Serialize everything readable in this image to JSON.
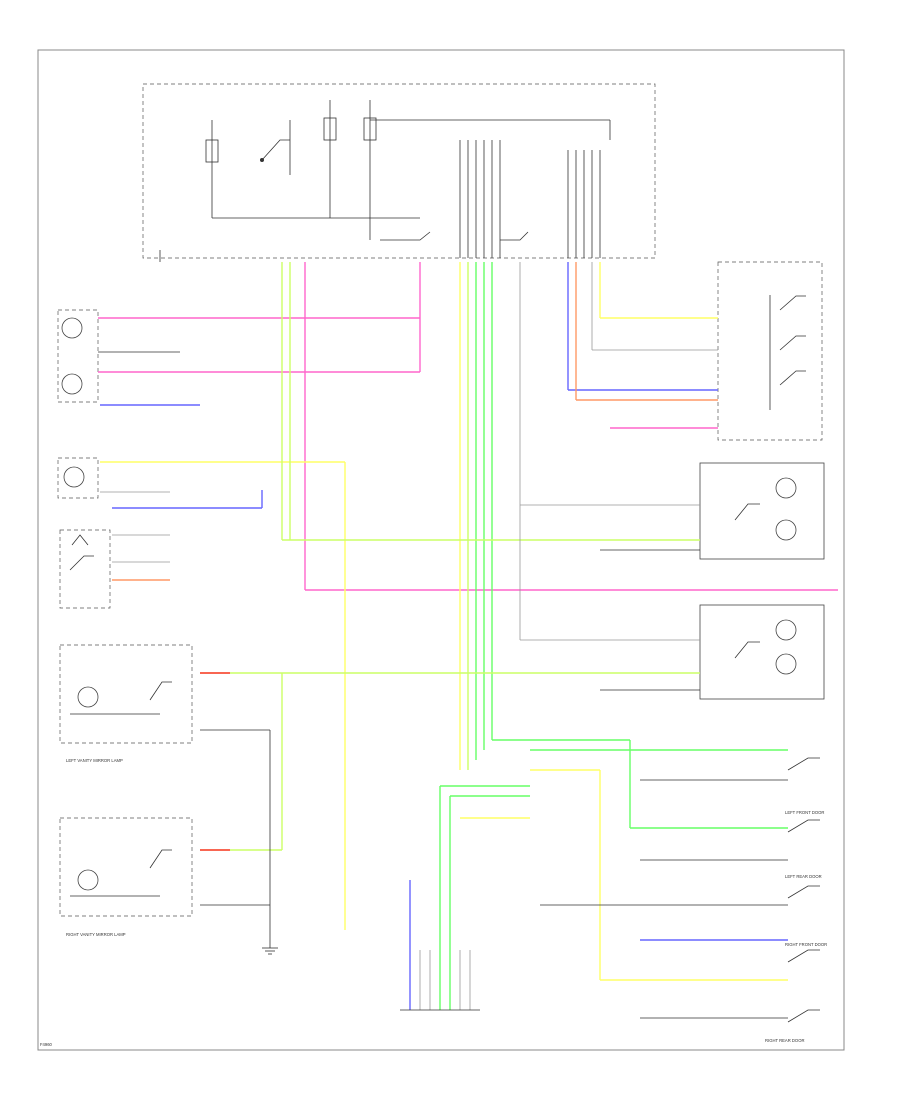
{
  "wire_colors": {
    "pink": "#ff66cc",
    "yellow": "#ffff66",
    "green": "#66ff66",
    "light_green": "#ccff66",
    "blue": "#6666ff",
    "orange": "#ff9966",
    "red": "#ff3333",
    "brown": "#cc8844",
    "black": "#333333",
    "gray": "#999999"
  },
  "page_label": "F4960",
  "bottom_label_1": "RIGHT VANITY MIRROR LAMP",
  "bottom_label_2": "LEFT VANITY MIRROR LAMP",
  "corner_label_1": "RIGHT REAR DOOR",
  "corner_label_2": "LEFT REAR DOOR",
  "corner_label_3": "RIGHT FRONT DOOR",
  "corner_label_4": "LEFT FRONT DOOR"
}
